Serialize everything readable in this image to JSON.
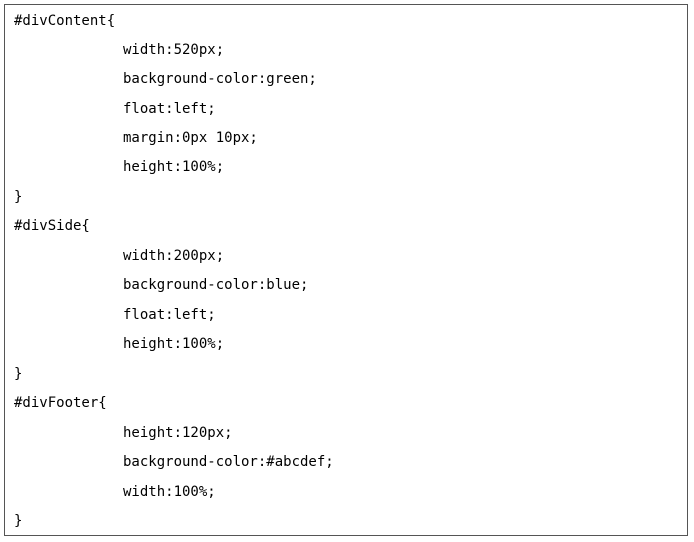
{
  "document": {
    "lines": [
      {
        "text": "#divContent{",
        "indent": 0
      },
      {
        "text": "width:520px;",
        "indent": 1
      },
      {
        "text": "background-color:green;",
        "indent": 1
      },
      {
        "text": "float:left;",
        "indent": 1
      },
      {
        "text": "margin:0px 10px;",
        "indent": 1
      },
      {
        "text": "height:100%;",
        "indent": 1
      },
      {
        "text": "}",
        "indent": 0
      },
      {
        "text": "#divSide{",
        "indent": 0
      },
      {
        "text": "width:200px;",
        "indent": 1
      },
      {
        "text": "background-color:blue;",
        "indent": 1
      },
      {
        "text": "float:left;",
        "indent": 1
      },
      {
        "text": "height:100%;",
        "indent": 1
      },
      {
        "text": "}",
        "indent": 0
      },
      {
        "text": "#divFooter{",
        "indent": 0
      },
      {
        "text": "height:120px;",
        "indent": 1
      },
      {
        "text": "background-color:#abcdef;",
        "indent": 1
      },
      {
        "text": "width:100%;",
        "indent": 1
      },
      {
        "text": "}",
        "indent": 0
      }
    ]
  }
}
